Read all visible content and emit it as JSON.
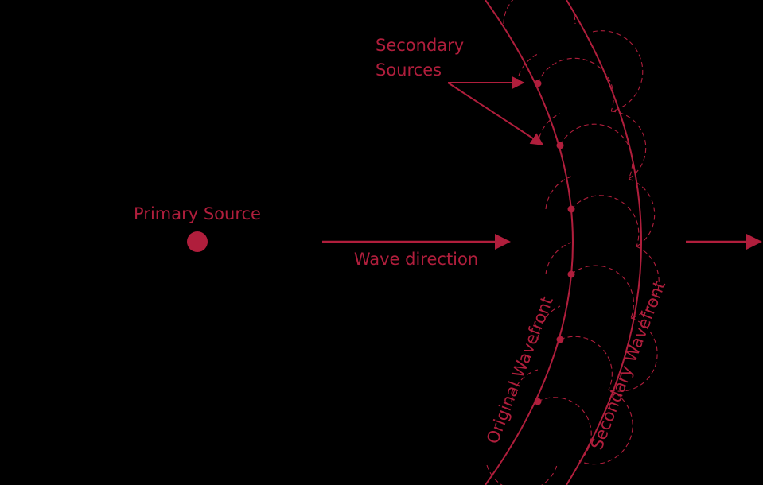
{
  "colors": {
    "background": "#000000",
    "accent": "#b01e3c"
  },
  "labels": {
    "secondary_sources_line1": "Secondary",
    "secondary_sources_line2": "Sources",
    "primary_source": "Primary Source",
    "wave_direction": "Wave direction",
    "original_wavefront": "Original Wavefront",
    "secondary_wavefront": "Secondary Wavefront"
  },
  "secondary_source_count": 6
}
